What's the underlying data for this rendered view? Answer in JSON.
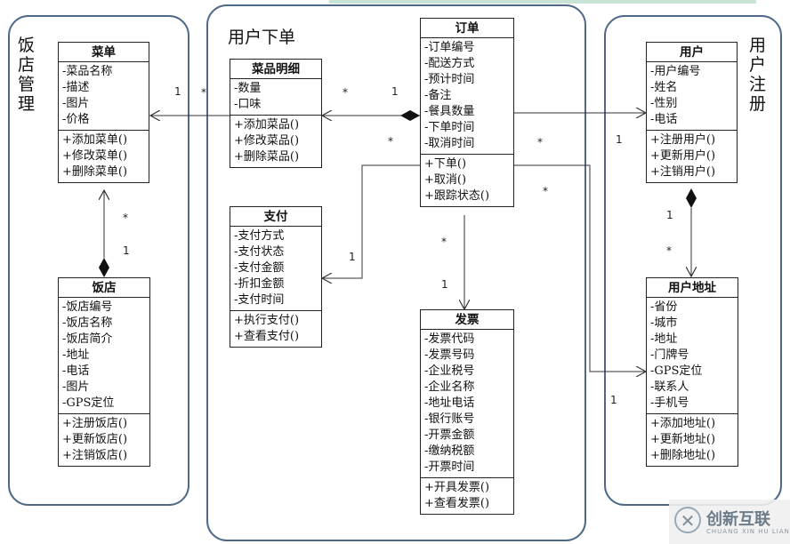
{
  "groups": {
    "restaurant_mgmt": [
      "饭",
      "店",
      "管",
      "理"
    ],
    "user_order": "用户下单",
    "user_register": [
      "用",
      "户",
      "注",
      "册"
    ]
  },
  "classes": {
    "menu": {
      "name": "菜单",
      "attrs": [
        "-菜品名称",
        "-描述",
        "-图片",
        "-价格"
      ],
      "ops": [
        "+添加菜单()",
        "+修改菜单()",
        "+删除菜单()"
      ]
    },
    "restaurant": {
      "name": "饭店",
      "attrs": [
        "-饭店编号",
        "-饭店名称",
        "-饭店简介",
        "-地址",
        "-电话",
        "-图片",
        "-GPS定位"
      ],
      "ops": [
        "+注册饭店()",
        "+更新饭店()",
        "+注销饭店()"
      ]
    },
    "dish_detail": {
      "name": "菜品明细",
      "attrs": [
        "-数量",
        "-口味"
      ],
      "ops": [
        "+添加菜品()",
        "+修改菜品()",
        "+删除菜品()"
      ]
    },
    "payment": {
      "name": "支付",
      "attrs": [
        "-支付方式",
        "-支付状态",
        "-支付金额",
        "-折扣金额",
        "-支付时间"
      ],
      "ops": [
        "+执行支付()",
        "+查看支付()"
      ]
    },
    "order": {
      "name": "订单",
      "attrs": [
        "-订单编号",
        "-配送方式",
        "-预计时间",
        "-备注",
        "-餐具数量",
        "-下单时间",
        "-取消时间"
      ],
      "ops": [
        "+下单()",
        "+取消()",
        "+跟踪状态()"
      ]
    },
    "invoice": {
      "name": "发票",
      "attrs": [
        "-发票代码",
        "-发票号码",
        "-企业税号",
        "-企业名称",
        "-地址电话",
        "-银行账号",
        "-开票金额",
        "-缴纳税额",
        "-开票时间"
      ],
      "ops": [
        "+开具发票()",
        "+查看发票()"
      ]
    },
    "user": {
      "name": "用户",
      "attrs": [
        "-用户编号",
        "-姓名",
        "-性别",
        "-电话"
      ],
      "ops": [
        "+注册用户()",
        "+更新用户()",
        "+注销用户()"
      ]
    },
    "user_address": {
      "name": "用户地址",
      "attrs": [
        "-省份",
        "-城市",
        "-地址",
        "-门牌号",
        "-GPS定位",
        "-联系人",
        "-手机号"
      ],
      "ops": [
        "+添加地址()",
        "+更新地址()",
        "+删除地址()"
      ]
    }
  },
  "multiplicities": {
    "menu_dish_menu": "1",
    "menu_dish_dish": "*",
    "dish_order_dish": "*",
    "dish_order_order": "1",
    "menu_rest_menu": "*",
    "menu_rest_rest": "1",
    "order_pay_order": "*",
    "order_pay_pay": "1",
    "order_user_order": "*",
    "order_user_user": "1",
    "order_addr_order": "*",
    "order_addr_addr": "1",
    "order_inv_order": "*",
    "order_inv_inv": "1",
    "user_addr_user": "1",
    "user_addr_addr": "*"
  },
  "watermark": {
    "title": "创新互联",
    "subtitle": "CHUANG XIN HU LIAN"
  },
  "colors": {
    "group_border": "#4f6a88",
    "line": "#333333"
  }
}
